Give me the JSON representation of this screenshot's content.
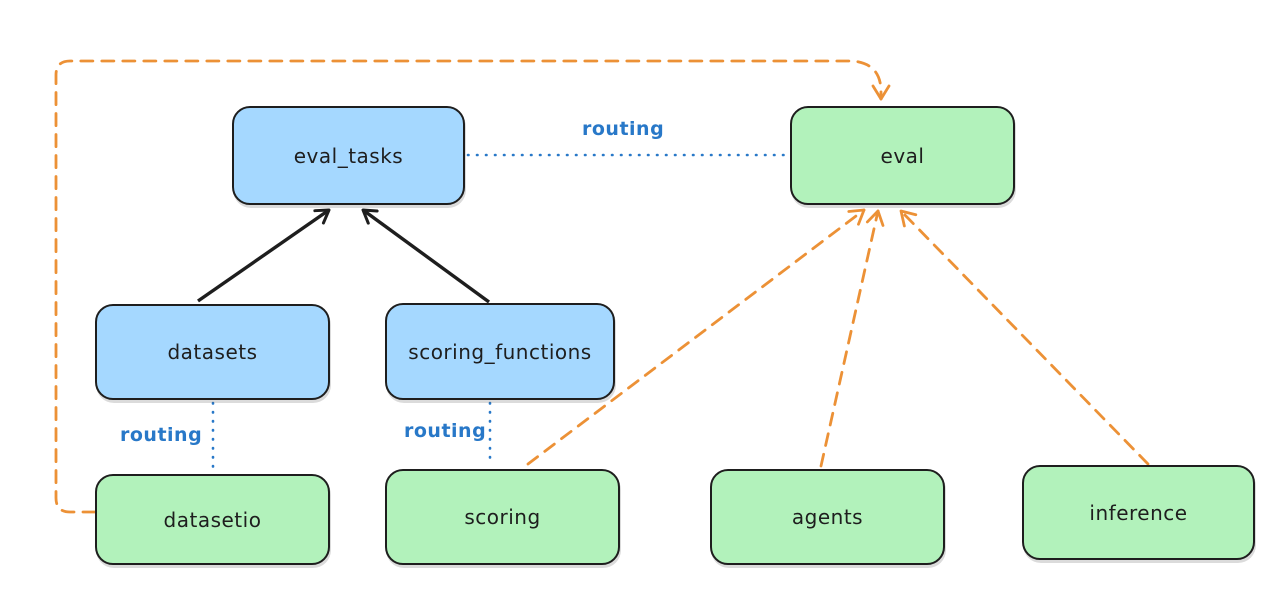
{
  "colors": {
    "canvas_bg": "#ffffff",
    "node_blue_fill": "#a5d8ff",
    "node_green_fill": "#b2f2bb",
    "node_border": "#1e1e1e",
    "arrow_black": "#1e1e1e",
    "arrow_orange": "#ec9136",
    "routing_blue": "#2878c8",
    "text": "#1e1e1e"
  },
  "nodes": [
    {
      "id": "eval_tasks",
      "label": "eval_tasks",
      "color_group": "blue"
    },
    {
      "id": "eval",
      "label": "eval",
      "color_group": "green"
    },
    {
      "id": "datasets",
      "label": "datasets",
      "color_group": "blue"
    },
    {
      "id": "scoring_functions",
      "label": "scoring_functions",
      "color_group": "blue"
    },
    {
      "id": "datasetio",
      "label": "datasetio",
      "color_group": "green"
    },
    {
      "id": "scoring",
      "label": "scoring",
      "color_group": "green"
    },
    {
      "id": "agents",
      "label": "agents",
      "color_group": "green"
    },
    {
      "id": "inference",
      "label": "inference",
      "color_group": "green"
    }
  ],
  "edge_labels": {
    "routing_top": "routing",
    "routing_datasets": "routing",
    "routing_scoring": "routing"
  },
  "edges": [
    {
      "from": "datasets",
      "to": "eval_tasks",
      "style": "solid",
      "color": "#1e1e1e",
      "arrowhead": true,
      "label": ""
    },
    {
      "from": "scoring_functions",
      "to": "eval_tasks",
      "style": "solid",
      "color": "#1e1e1e",
      "arrowhead": true,
      "label": ""
    },
    {
      "from": "eval_tasks",
      "to": "eval",
      "style": "dotted",
      "color": "#2878c8",
      "arrowhead": false,
      "label": "routing"
    },
    {
      "from": "datasets",
      "to": "datasetio",
      "style": "dotted",
      "color": "#2878c8",
      "arrowhead": false,
      "label": "routing"
    },
    {
      "from": "scoring_functions",
      "to": "scoring",
      "style": "dotted",
      "color": "#2878c8",
      "arrowhead": false,
      "label": "routing"
    },
    {
      "from": "datasetio",
      "to": "eval",
      "style": "dashed",
      "color": "#ec9136",
      "arrowhead": true,
      "route": "left-and-top-loop",
      "label": ""
    },
    {
      "from": "scoring",
      "to": "eval",
      "style": "dashed",
      "color": "#ec9136",
      "arrowhead": true,
      "label": ""
    },
    {
      "from": "agents",
      "to": "eval",
      "style": "dashed",
      "color": "#ec9136",
      "arrowhead": true,
      "label": ""
    },
    {
      "from": "inference",
      "to": "eval",
      "style": "dashed",
      "color": "#ec9136",
      "arrowhead": true,
      "label": ""
    }
  ]
}
